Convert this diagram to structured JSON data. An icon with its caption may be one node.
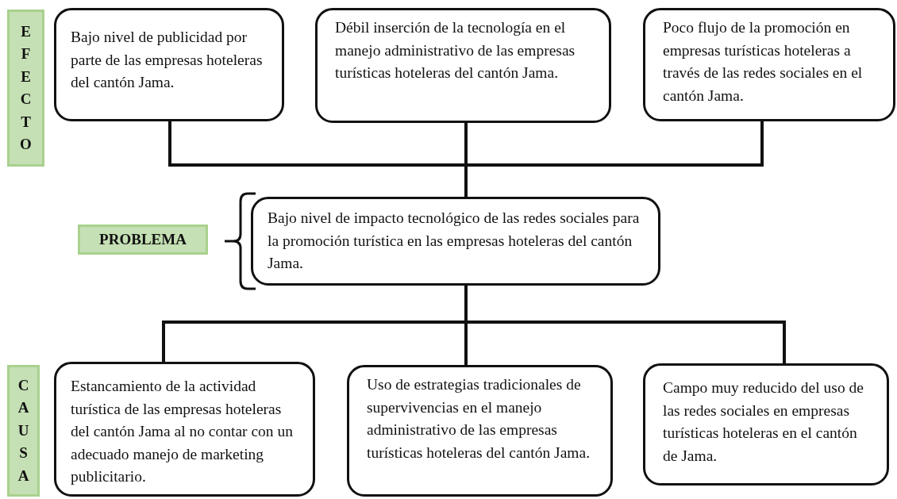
{
  "diagram": {
    "nodes": [
      {
        "text": [
          "EFECTO"
        ]
      },
      {
        "text": [
          "Bajo nivel de publicidad por parte de las empresas hoteleras del cantón Jama."
        ]
      },
      {
        "text": [
          "Débil inserción de la tecnología en el manejo administrativo de las empresas turísticas hoteleras del cantón Jama."
        ]
      },
      {
        "text": [
          "Poco flujo de la promoción en empresas turísticas hoteleras a través de las redes sociales en el cantón Jama."
        ]
      },
      {
        "text": [
          "PROBLEMA"
        ]
      },
      {
        "text": [
          "Bajo nivel de impacto tecnológico de las redes sociales para la promoción turística en las empresas hoteleras del cantón Jama."
        ]
      },
      {
        "text": [
          "CAUSA"
        ]
      },
      {
        "text": [
          "Estancamiento de la actividad turística de las empresas hoteleras del cantón Jama al no contar con un adecuado manejo de marketing publicitario."
        ]
      },
      {
        "text": [
          "Uso de estrategias tradicionales de supervivencias en el manejo administrativo de las empresas turísticas hoteleras del cantón Jama."
        ]
      },
      {
        "text": [
          "Campo muy reducido del uso de las redes sociales en empresas turísticas hoteleras en el cantón de Jama."
        ]
      }
    ],
    "edges": [
      {
        "from": 1,
        "to": 5,
        "arrow": "none"
      },
      {
        "from": 2,
        "to": 5,
        "arrow": "none"
      },
      {
        "from": 3,
        "to": 5,
        "arrow": "none"
      },
      {
        "from": 5,
        "to": 7,
        "arrow": "none"
      },
      {
        "from": 5,
        "to": 8,
        "arrow": "none"
      },
      {
        "from": 5,
        "to": 9,
        "arrow": "none"
      }
    ]
  }
}
